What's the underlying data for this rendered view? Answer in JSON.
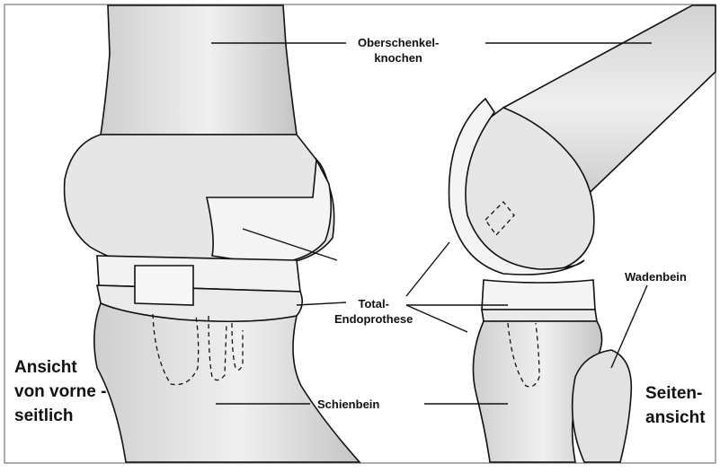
{
  "labels": {
    "femur": [
      "Oberschenkel-",
      "knochen"
    ],
    "prosthesis": [
      "Total-",
      "Endoprothese"
    ],
    "fibula": "Wadenbein",
    "tibia": "Schienbein",
    "front_view": [
      "Ansicht",
      "von vorne -",
      "seitlich"
    ],
    "side_view": [
      "Seiten-",
      "ansicht"
    ]
  },
  "colors": {
    "ink": "#111111",
    "bone_fill": "#e9e9e9",
    "bone_shadow": "#bdbdbd",
    "implant_fill": "#f4f4f4",
    "background": "#ffffff"
  },
  "views": [
    "front-oblique-knee",
    "lateral-knee"
  ]
}
